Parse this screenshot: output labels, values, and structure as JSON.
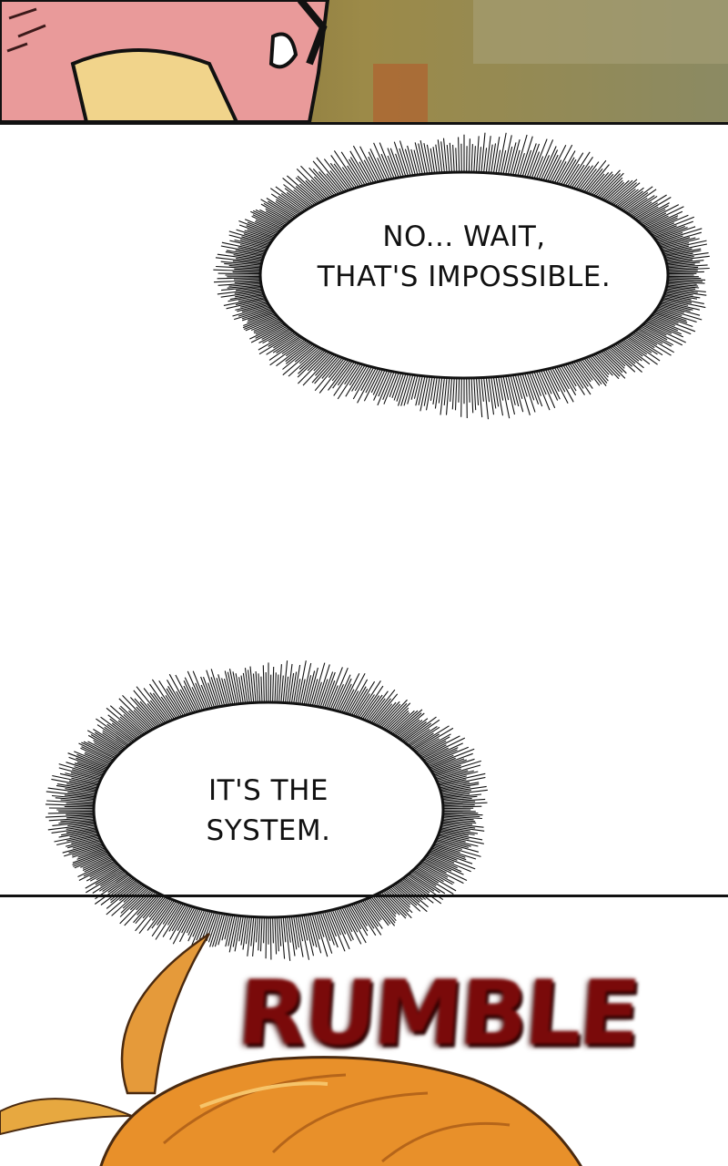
{
  "bubbles": {
    "first": {
      "line1": "NO... WAIT,",
      "line2": "THAT'S IMPOSSIBLE."
    },
    "second": {
      "line1": "IT'S THE",
      "line2": "SYSTEM."
    }
  },
  "sound_effect": "RUMBLE",
  "colors": {
    "bubble_fill": "#ffffff",
    "bubble_spikes": "#111111",
    "sfx_red": "#7a0a0a",
    "hair_orange": "#e8902a",
    "top_panel_olive": "#8a7a3a",
    "skin_pink": "#e99a9a"
  }
}
